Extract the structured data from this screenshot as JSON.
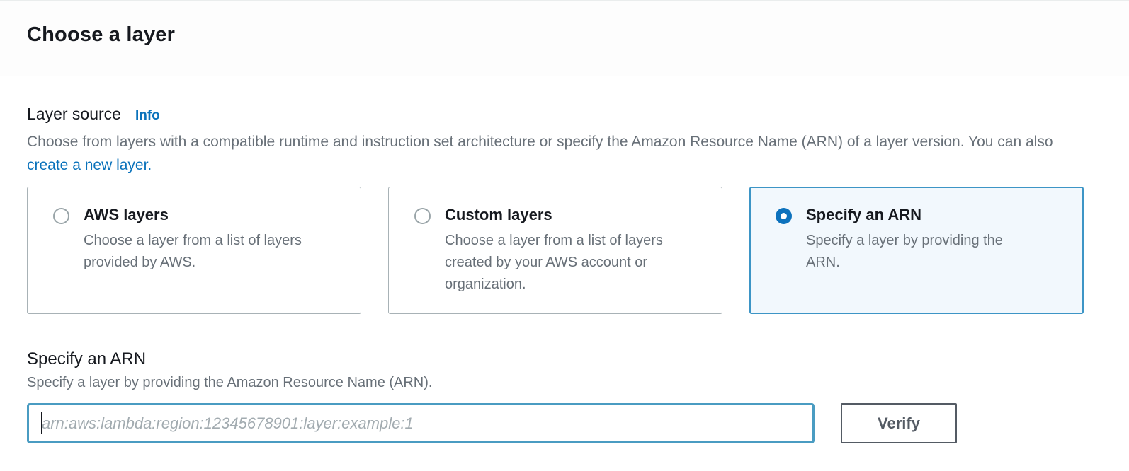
{
  "header": {
    "title": "Choose a layer"
  },
  "layer_source": {
    "label": "Layer source",
    "info_link": "Info",
    "description_before_link": "Choose from layers with a compatible runtime and instruction set architecture or specify the Amazon Resource Name (ARN) of a layer version. You can also ",
    "link_text": "create a new layer."
  },
  "options": [
    {
      "title": "AWS layers",
      "description": "Choose a layer from a list of layers provided by AWS.",
      "selected": false
    },
    {
      "title": "Custom layers",
      "description": "Choose a layer from a list of layers created by your AWS account or organization.",
      "selected": false
    },
    {
      "title": "Specify an ARN",
      "description": "Specify a layer by providing the ARN.",
      "selected": true
    }
  ],
  "arn_section": {
    "title": "Specify an ARN",
    "description": "Specify a layer by providing the Amazon Resource Name (ARN).",
    "input_value": "",
    "input_placeholder": "arn:aws:lambda:region:12345678901:layer:example:1",
    "verify_button": "Verify"
  },
  "colors": {
    "link_blue": "#0a72bb",
    "radio_checked_blue": "#0d72bd",
    "selected_card_border": "#3d95c6",
    "selected_card_background": "#f2f8fd",
    "input_focus_border": "#4a9cc2",
    "body_gray": "#687078",
    "heading_dark": "#16191f",
    "button_gray": "#545b64"
  }
}
